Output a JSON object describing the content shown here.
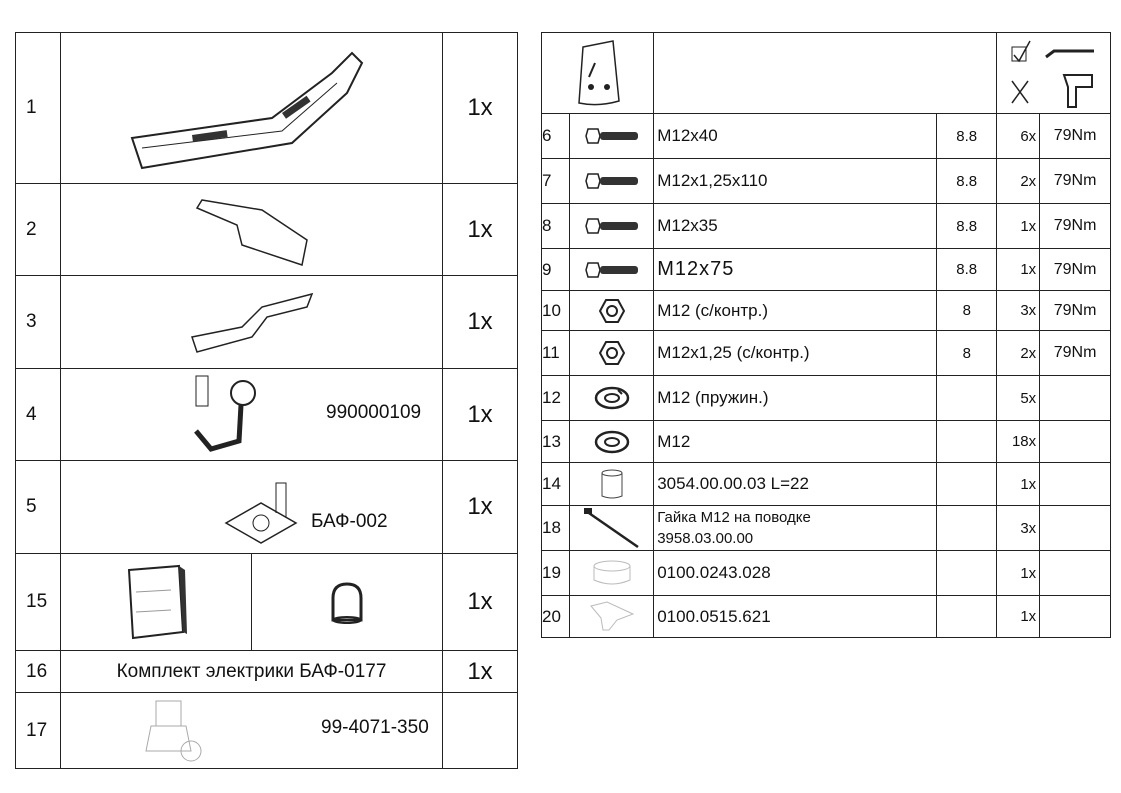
{
  "left_table": {
    "rows": [
      {
        "num": "1",
        "qty": "1x"
      },
      {
        "num": "2",
        "qty": "1x"
      },
      {
        "num": "3",
        "qty": "1x"
      },
      {
        "num": "4",
        "code": "990000109",
        "qty": "1x"
      },
      {
        "num": "5",
        "code": "БАФ-002",
        "qty": "1x"
      },
      {
        "num": "15",
        "qty": "1x"
      },
      {
        "num": "16",
        "label": "Комплект электрики БАФ-0177",
        "qty": "1x"
      },
      {
        "num": "17",
        "code": "99-4071-350",
        "qty": ""
      }
    ]
  },
  "right_table": {
    "rows": [
      {
        "num": "6",
        "icon": "bolt-icon",
        "name": "M12x40",
        "grade": "8.8",
        "qty": "6x",
        "torque": "79Nm"
      },
      {
        "num": "7",
        "icon": "bolt-icon",
        "name": "M12x1,25x110",
        "grade": "8.8",
        "qty": "2x",
        "torque": "79Nm"
      },
      {
        "num": "8",
        "icon": "bolt-icon",
        "name": "M12x35",
        "grade": "8.8",
        "qty": "1x",
        "torque": "79Nm"
      },
      {
        "num": "9",
        "icon": "bolt-icon",
        "name": "M12x75",
        "grade": "8.8",
        "qty": "1x",
        "torque": "79Nm"
      },
      {
        "num": "10",
        "icon": "nut-icon",
        "name": "M12 (с/контр.)",
        "grade": "8",
        "qty": "3x",
        "torque": "79Nm"
      },
      {
        "num": "11",
        "icon": "nut-icon",
        "name": "M12x1,25 (с/контр.)",
        "grade": "8",
        "qty": "2x",
        "torque": "79Nm"
      },
      {
        "num": "12",
        "icon": "spring-washer-icon",
        "name": "M12 (пружин.)",
        "grade": "",
        "qty": "5x",
        "torque": ""
      },
      {
        "num": "13",
        "icon": "washer-icon",
        "name": "M12",
        "grade": "",
        "qty": "18x",
        "torque": ""
      },
      {
        "num": "14",
        "icon": "spacer-icon",
        "name": "3054.00.00.03 L=22",
        "grade": "",
        "qty": "1x",
        "torque": ""
      },
      {
        "num": "18",
        "icon": "nut-on-leash-icon",
        "name": "Гайка M12 на поводке",
        "name2": "3958.03.00.00",
        "grade": "",
        "qty": "3x",
        "torque": ""
      },
      {
        "num": "19",
        "icon": "ring-icon",
        "name": "0100.0243.028",
        "grade": "",
        "qty": "1x",
        "torque": ""
      },
      {
        "num": "20",
        "icon": "clip-icon",
        "name": "0100.0515.621",
        "grade": "",
        "qty": "1x",
        "torque": ""
      }
    ]
  }
}
